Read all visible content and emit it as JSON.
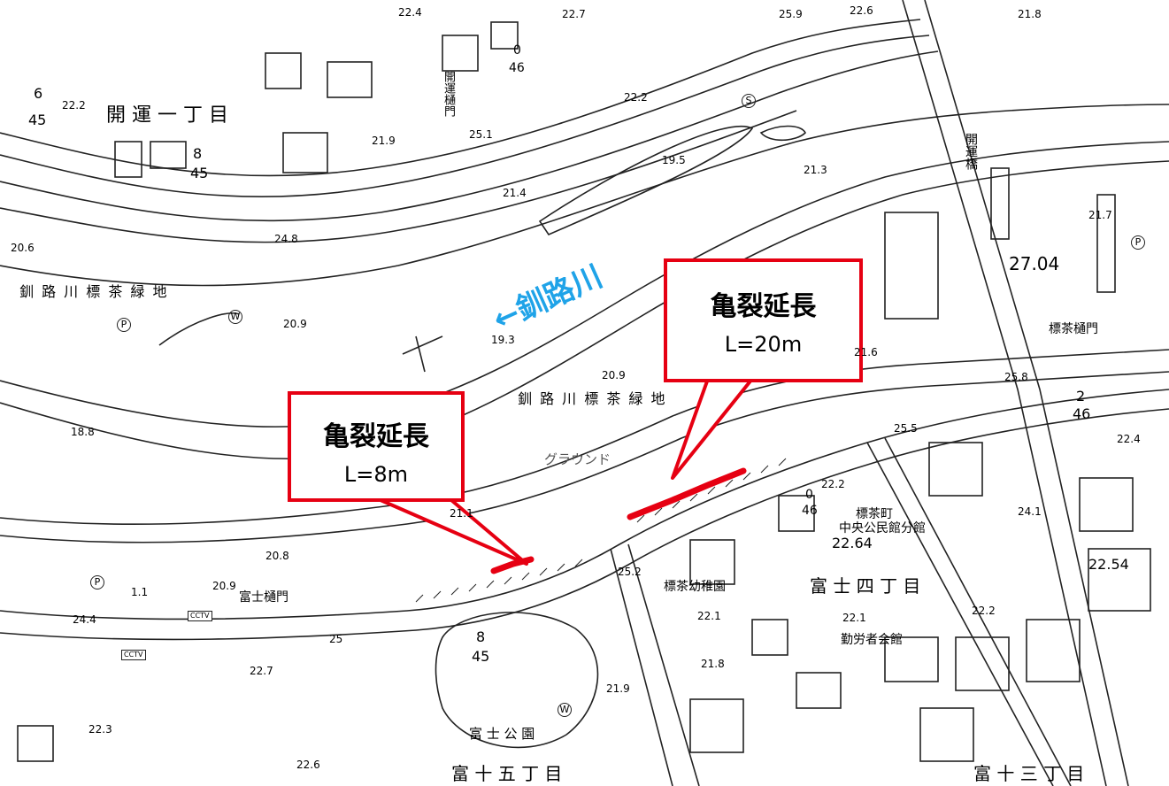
{
  "map": {
    "river_label": "←釧路川",
    "colors": {
      "crack": "#e60012",
      "callout_border": "#e60012",
      "river_label": "#1fa3e8",
      "line": "#222222"
    },
    "callouts": [
      {
        "title": "亀裂延長",
        "length": "L=20m"
      },
      {
        "title": "亀裂延長",
        "length": "L=8m"
      }
    ],
    "place_labels": {
      "kaiun_1": "開 運 一 丁 目",
      "park_north": "釧 路 川 標 茶 緑 地",
      "park_south": "釧 路 川 標 茶 緑 地",
      "ground": "グラウンド",
      "fuji_gate": "富士樋門",
      "shibecha_gate": "標茶樋門",
      "kaiun_gate": "開運樋門",
      "kaiun_bridge": "開運橋",
      "kindergarten": "標茶幼稚園",
      "fuji_4": "富 士 四 丁 目",
      "workers_hall": "勤労者会館",
      "community_center_1": "標茶町",
      "community_center_2": "中央公民館分館",
      "fuji_park": "富 士 公 園",
      "fuji_5": "富 十 五 丁 目",
      "fuji_3": "富 十 三 丁 目"
    },
    "elevations": {
      "e1": "22.4",
      "e2": "22.7",
      "e3": "25.9",
      "e4": "22.6",
      "e5": "21.8",
      "e6": "22.2",
      "e7": "21.9",
      "e8": "19.5",
      "e9": "21.3",
      "e10": "21.7",
      "e11": "27.04",
      "e12": "20.6",
      "e13": "24.8",
      "e14": "21.4",
      "e15": "20.9",
      "e16": "19.3",
      "e17": "20.9",
      "e18": "21.6",
      "e19": "25.8",
      "e20": "22.4",
      "e21": "18.8",
      "e22": "25.5",
      "e23": "22.2",
      "e24": "24.1",
      "e25": "22.54",
      "e26": "22.64",
      "e27": "20.8",
      "e28": "20.9",
      "e29": "24.4",
      "e30": "22.7",
      "e31": "22.1",
      "e32": "22.1",
      "e33": "22.2",
      "e34": "21.8",
      "e35": "21.9",
      "e36": "22.3",
      "e37": "22.6",
      "e38": "25.1",
      "e39": "22.2",
      "e40": "25.2",
      "e41": "25",
      "e42": "21.1",
      "e43": "1.1"
    },
    "lot_numbers": {
      "f1_num": "6",
      "f1_den": "45",
      "f2_num": "8",
      "f2_den": "45",
      "f3_num": "0",
      "f3_den": "46",
      "f4_num": "2",
      "f4_den": "46",
      "f5_num": "0",
      "f5_den": "46",
      "f6_num": "8",
      "f6_den": "45"
    },
    "symbols": {
      "parking": "P",
      "well": "W",
      "cctv": "CCTV",
      "shrine": "S"
    }
  }
}
